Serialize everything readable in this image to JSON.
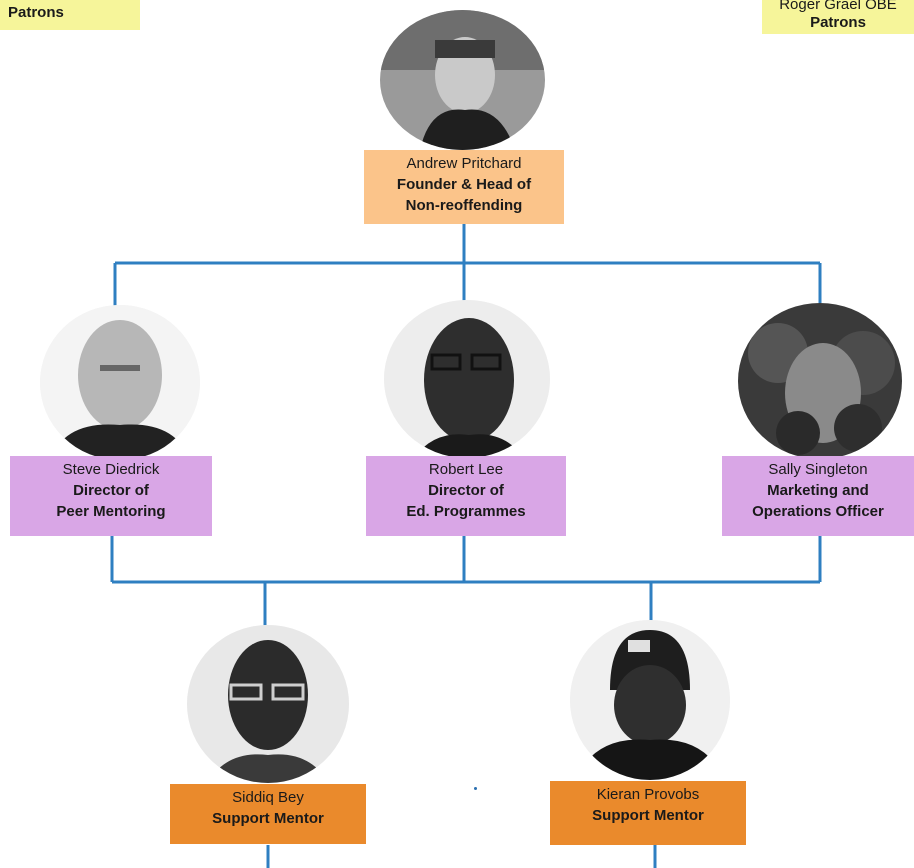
{
  "patrons": {
    "left": {
      "line1": "",
      "line2": "Patrons"
    },
    "right": {
      "line1": "Roger Grael OBE",
      "line2": "Patrons"
    }
  },
  "people": {
    "founder": {
      "name": "Andrew Pritchard",
      "role_line1": "Founder & Head of",
      "role_line2": "Non-reoffending"
    },
    "steve": {
      "name": "Steve Diedrick",
      "role_line1": "Director of",
      "role_line2": "Peer Mentoring"
    },
    "robert": {
      "name": "Robert Lee",
      "role_line1": "Director of",
      "role_line2": "Ed. Programmes"
    },
    "sally": {
      "name": "Sally Singleton",
      "role_line1": "Marketing and",
      "role_line2": "Operations Officer"
    },
    "siddiq": {
      "name": "Siddiq Bey",
      "role_line1": "Support Mentor"
    },
    "kieran": {
      "name": "Kieran Provobs",
      "role_line1": "Support Mentor"
    }
  },
  "colors": {
    "connector": "#2f7fc1",
    "founder_box": "#fbc48a",
    "director_box": "#d9a6e6",
    "mentor_box": "#ea8a2c",
    "patron_box": "#f6f59a"
  }
}
